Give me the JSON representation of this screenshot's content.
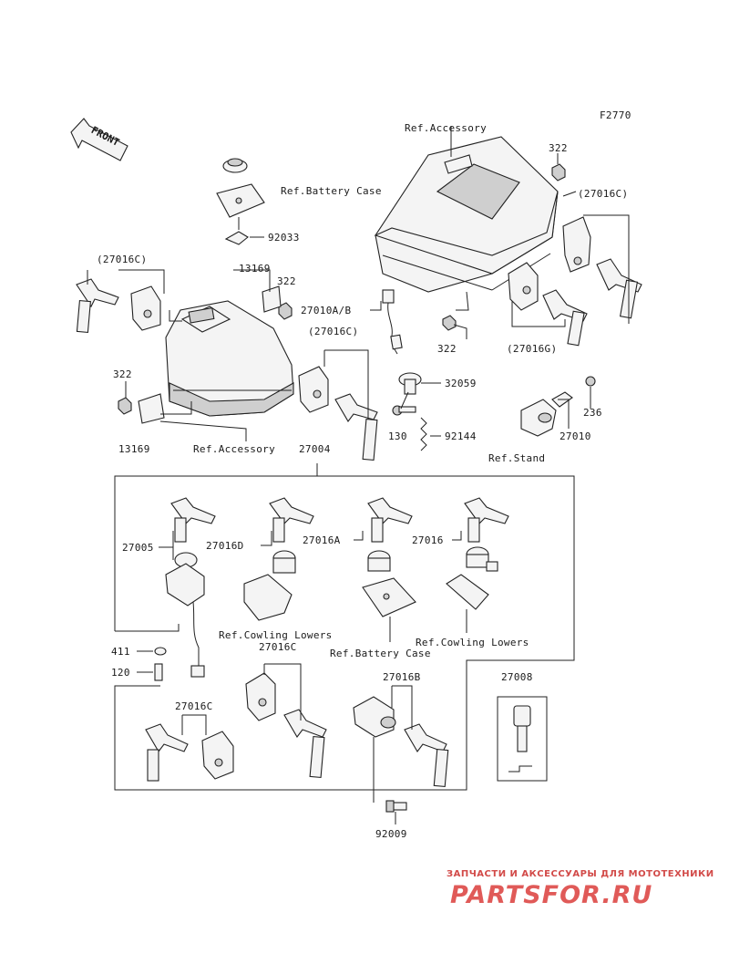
{
  "figure_code": "F2770",
  "front_label": "FRONT",
  "labels": {
    "ref_accessory_top": "Ref.Accessory",
    "n322_a": "322",
    "n27016C_a": "(27016C)",
    "ref_battery_case_top": "Ref.Battery Case",
    "n92033": "92033",
    "n27016C_left": "(27016C)",
    "n13169_a": "13169",
    "n322_b": "322",
    "n27010AB": "27010A/B",
    "n27016C_mid": "(27016C)",
    "n322_c": "322",
    "n27016G": "(27016G)",
    "n32059": "32059",
    "n322_d": "322",
    "n236": "236",
    "n130": "130",
    "n92144": "92144",
    "n27010": "27010",
    "n13169_b": "13169",
    "ref_accessory_bottom": "Ref.Accessory",
    "n27004": "27004",
    "ref_stand": "Ref.Stand",
    "n27005": "27005",
    "n27016D": "27016D",
    "n27016A": "27016A",
    "n27016": "27016",
    "ref_cowling_lowers_a": "Ref.Cowling Lowers",
    "ref_cowling_lowers_b": "Ref.Cowling Lowers",
    "n27016C_box": "27016C",
    "ref_battery_case_box": "Ref.Battery Case",
    "n411": "411",
    "n120": "120",
    "n27016B": "27016B",
    "n27008": "27008",
    "n27016C_low": "27016C",
    "n92009": "92009"
  },
  "watermark": {
    "tagline": "ЗАПЧАСТИ И АКСЕССУАРЫ ДЛЯ МОТОТЕХНИКИ",
    "brand": "PARTSFOR.RU"
  }
}
